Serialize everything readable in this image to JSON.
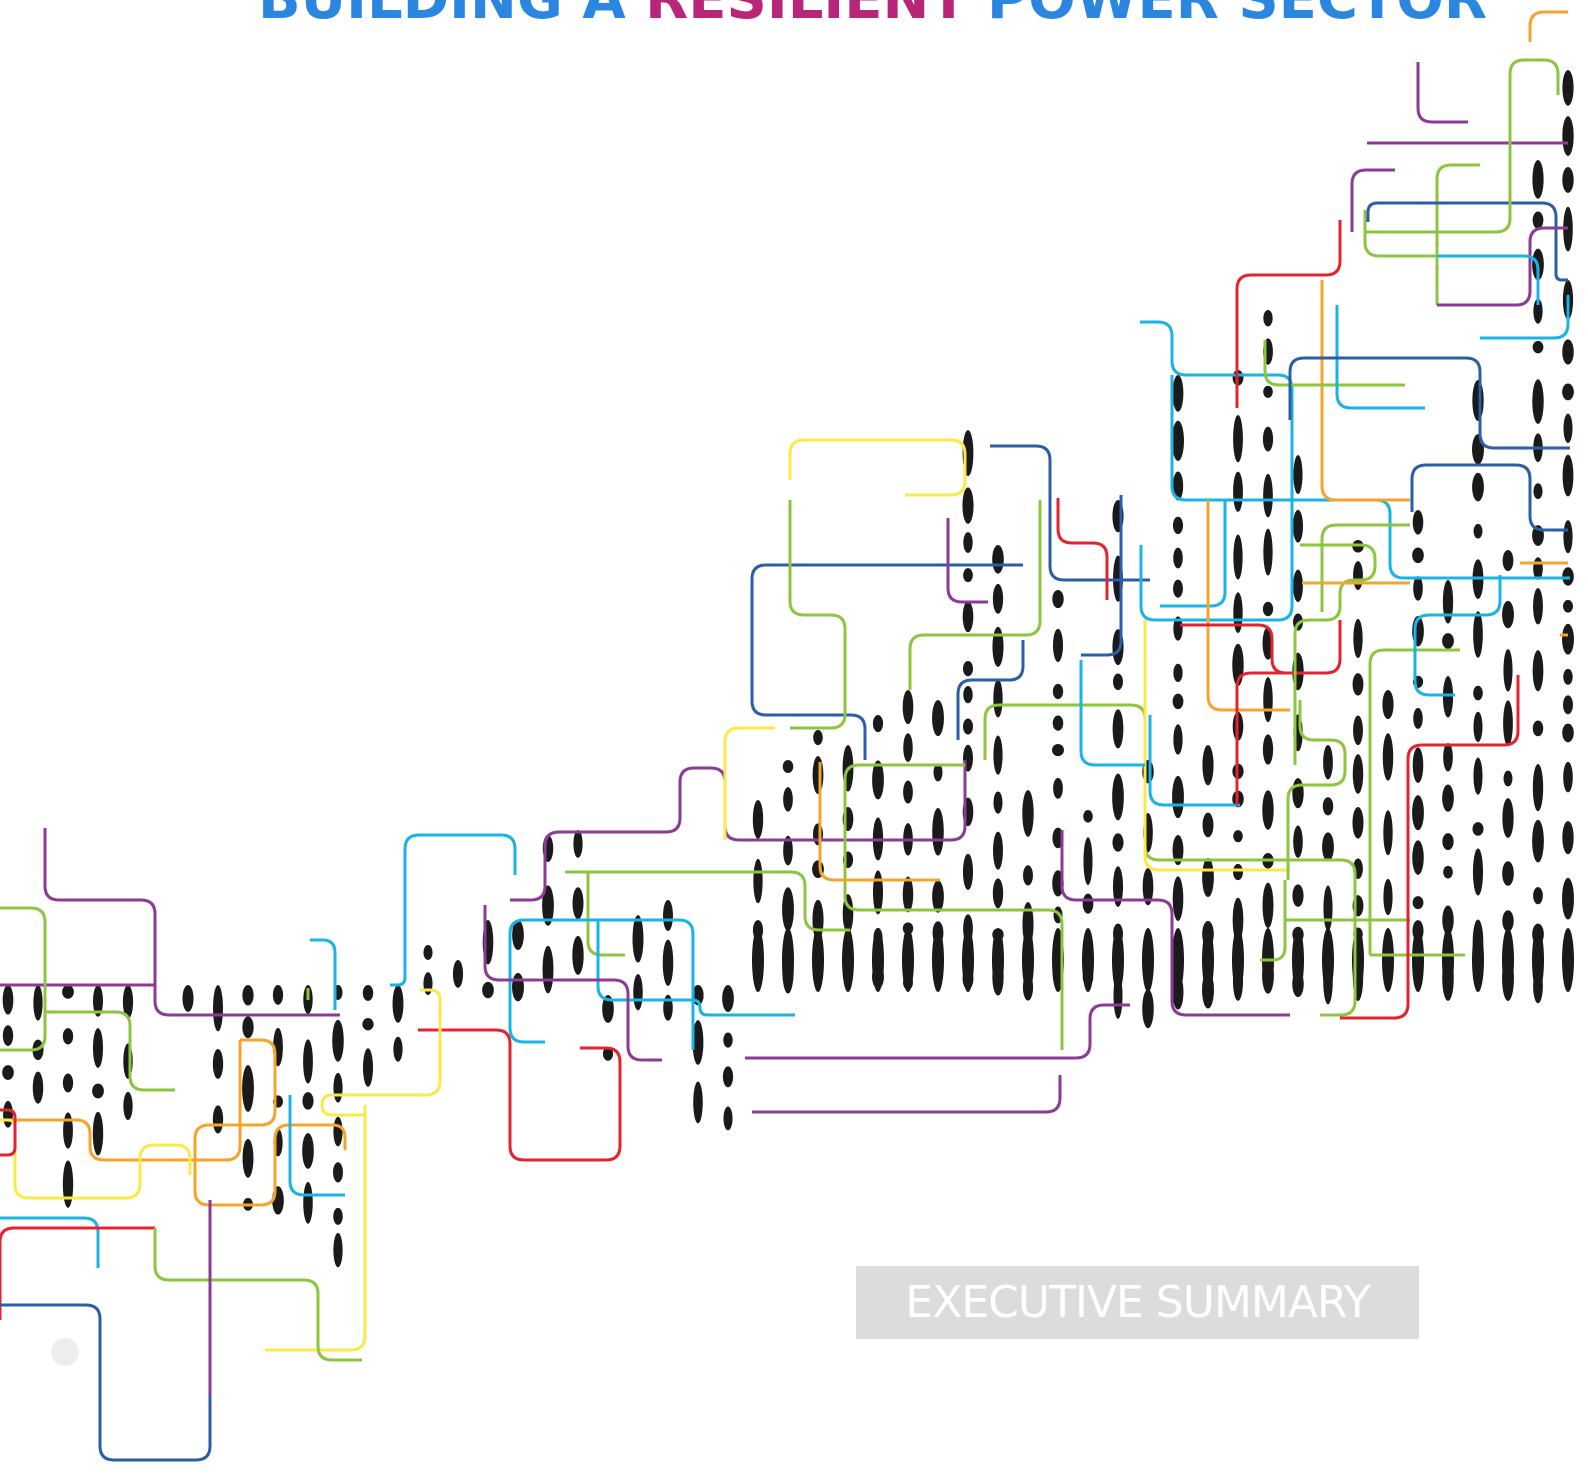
{
  "cover": {
    "title_part1": "BUILDING A ",
    "title_part2": "RESILIENT",
    "title_part3": " POWER SECTOR",
    "badge": "EXECUTIVE SUMMARY"
  },
  "colors": {
    "title_blue": "#2b86e0",
    "title_magenta": "#b8267a",
    "badge_background": "#dcdcdc",
    "line_colors": [
      "#2b5ea6",
      "#1ab3e6",
      "#8cc540",
      "#fbe94a",
      "#f5a42b",
      "#e5232e",
      "#8b3b96"
    ],
    "dot_color": "#1a1a1a"
  }
}
